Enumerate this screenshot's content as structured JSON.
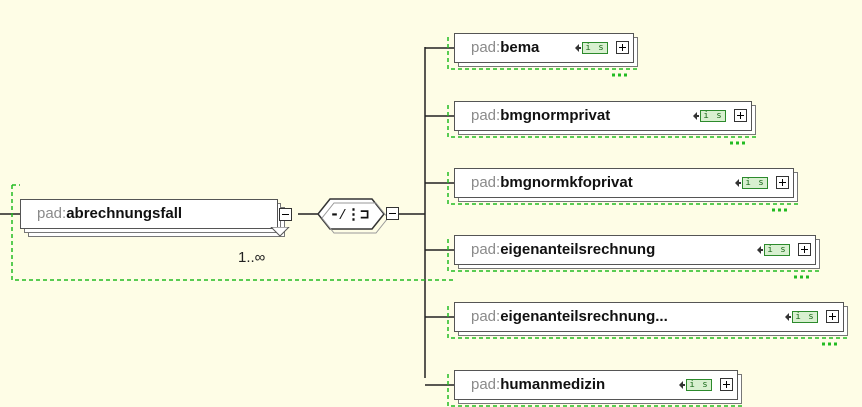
{
  "root": {
    "prefix": "pad:",
    "name": "abrechnungsfall",
    "occurrence": "1..∞",
    "expander": "collapse",
    "expander_icon": "minus-box-icon"
  },
  "compositor": {
    "type": "sequence",
    "icon": "sequence-compositor-icon",
    "expander": "collapse"
  },
  "children": [
    {
      "prefix": "pad:",
      "name": "bema",
      "type_badge": "i s",
      "expander": "expand"
    },
    {
      "prefix": "pad:",
      "name": "bmgnormprivat",
      "type_badge": "i s",
      "expander": "expand"
    },
    {
      "prefix": "pad:",
      "name": "bmgnormkfoprivat",
      "type_badge": "i s",
      "expander": "expand"
    },
    {
      "prefix": "pad:",
      "name": "eigenanteilsrechnung",
      "type_badge": "i s",
      "expander": "expand"
    },
    {
      "prefix": "pad:",
      "name": "eigenanteilsrechnung...",
      "type_badge": "i s",
      "expander": "expand"
    },
    {
      "prefix": "pad:",
      "name": "humanmedizin",
      "type_badge": "i s",
      "expander": "expand"
    }
  ],
  "colors": {
    "background": "#fefde6",
    "dashed_line": "#22bb22",
    "prefix": "#8a8a8a",
    "badge_fill": "#d8f0d0",
    "badge_border": "#2c8a2c"
  }
}
